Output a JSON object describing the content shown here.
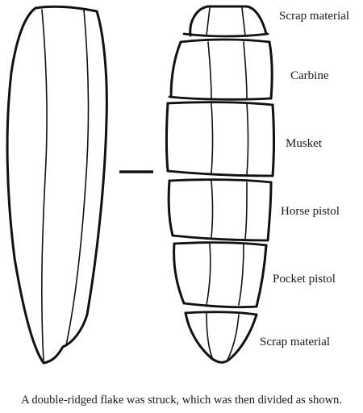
{
  "labels": {
    "scrap_top": "Scrap material",
    "carbine": "Carbine",
    "musket": "Musket",
    "horse_pistol": "Horse pistol",
    "pocket_pistol": "Pocket pistol",
    "scrap_bottom": "Scrap material"
  },
  "caption": "A double-ridged flake was struck, which was then divided as shown."
}
